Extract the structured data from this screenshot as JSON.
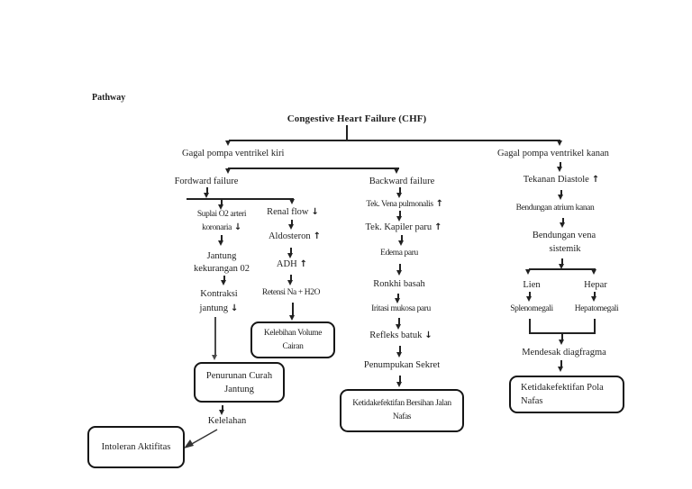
{
  "page_label": "Pathway",
  "title": "Congestive Heart Failure (CHF)",
  "glyphs": {
    "up": "↑",
    "down": "↓"
  },
  "left_branch": {
    "header": "Gagal pompa ventrikel kiri",
    "forward": {
      "header": "Fordward failure",
      "suplai_line1": "Suplai O2 arteri",
      "suplai_line2": "koronaria",
      "jantung_line1": "Jantung",
      "jantung_line2": "kekurangan 02",
      "kontraksi_line1": "Kontraksi",
      "kontraksi_line2": "jantung",
      "renal_flow": "Renal flow",
      "aldosteron": "Aldosteron",
      "adh": "ADH",
      "retensi": "Retensi Na + H2O",
      "kelebihan_box_line1": "Kelebihan Volume",
      "kelebihan_box_line2": "Cairan",
      "penurunan_box_line1": "Penurunan Curah",
      "penurunan_box_line2": "Jantung",
      "kelelahan": "Kelelahan",
      "intoleran_box": "Intoleran Aktifitas"
    },
    "backward": {
      "header": "Backward failure",
      "tek_vena": "Tek. Vena pulmonalis",
      "tek_kapiler": "Tek. Kapiler paru",
      "edema": "Edema paru",
      "ronkhi": "Ronkhi basah",
      "iritasi": "Iritasi mukosa paru",
      "refleks": "Refleks batuk",
      "penumpukan": "Penumpukan Sekret",
      "bersihan_box_line1": "Ketidakefektifan Bersihan Jalan",
      "bersihan_box_line2": "Nafas"
    }
  },
  "right_branch": {
    "header": "Gagal pompa ventrikel kanan",
    "tekanan_diastole": "Tekanan Diastole",
    "bendungan_atrium": "Bendungan atrium kanan",
    "bendungan_vena_line1": "Bendungan vena",
    "bendungan_vena_line2": "sistemik",
    "lien": "Lien",
    "hepar": "Hepar",
    "splenomegali": "Splenomegali",
    "hepatomegali": "Hepatomegali",
    "mendesak": "Mendesak diagfragma",
    "pola_box_line1": "Ketidakefektifan Pola",
    "pola_box_line2": "Nafas"
  }
}
